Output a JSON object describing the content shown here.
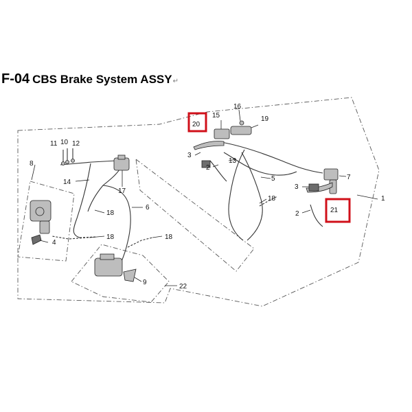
{
  "title": {
    "code": "F-04",
    "name": "CBS Brake System ASSY",
    "return_mark": "↵"
  },
  "labels": [
    {
      "id": "1",
      "text": "1"
    },
    {
      "id": "2a",
      "text": "2"
    },
    {
      "id": "2b",
      "text": "2"
    },
    {
      "id": "3a",
      "text": "3"
    },
    {
      "id": "3b",
      "text": "3"
    },
    {
      "id": "4",
      "text": "4"
    },
    {
      "id": "5",
      "text": "5"
    },
    {
      "id": "6",
      "text": "6"
    },
    {
      "id": "7",
      "text": "7"
    },
    {
      "id": "8",
      "text": "8"
    },
    {
      "id": "9",
      "text": "9"
    },
    {
      "id": "10",
      "text": "10"
    },
    {
      "id": "11",
      "text": "11"
    },
    {
      "id": "12",
      "text": "12"
    },
    {
      "id": "13",
      "text": "13"
    },
    {
      "id": "14",
      "text": "14"
    },
    {
      "id": "15",
      "text": "15"
    },
    {
      "id": "16",
      "text": "16"
    },
    {
      "id": "17",
      "text": "17"
    },
    {
      "id": "18a",
      "text": "18"
    },
    {
      "id": "18b",
      "text": "18"
    },
    {
      "id": "18c",
      "text": "18"
    },
    {
      "id": "18d",
      "text": "18"
    },
    {
      "id": "19",
      "text": "19"
    },
    {
      "id": "20",
      "text": "20"
    },
    {
      "id": "21",
      "text": "21"
    },
    {
      "id": "22",
      "text": "22"
    }
  ],
  "highlighted_labels": [
    "20",
    "21"
  ],
  "colors": {
    "highlight": "#d0101a",
    "lines": "#333333",
    "background": "#ffffff"
  }
}
